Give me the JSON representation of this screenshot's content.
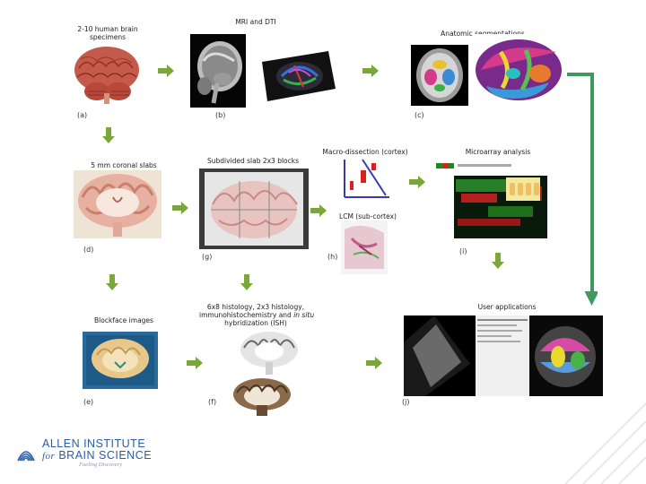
{
  "titles": {
    "specimens": "2-10 human brain\nspecimens",
    "mri_dti": "MRI and DTI",
    "anatomic": "Anatomic segmentations",
    "macro": "Macro-dissection (cortex)",
    "microarray": "Microarray analysis",
    "coronal": "5 mm coronal slabs",
    "subdivided": "Subdivided slab 2x3 blocks",
    "lcm": "LCM (sub-cortex)",
    "blockface": "Blockface images",
    "histology_1": "6x8 histology, 2x3 histology,",
    "histology_2": "immunohistochemistry and",
    "histology_2b": "in situ",
    "histology_3": "hybridization (ISH)",
    "user_apps": "User applications"
  },
  "panel_labels": [
    "(a)",
    "(b)",
    "(c)",
    "(d)",
    "(g)",
    "(h)",
    "(i)",
    "(e)",
    "(f)",
    "(j)"
  ],
  "logo": {
    "line1": "ALLEN INSTITUTE",
    "line2a": "for",
    "line2b": "BRAIN SCIENCE",
    "tagline": "Fueling Discovery"
  },
  "colors": {
    "arrow_green": "#7aa63a",
    "flow_line": "#3d9a5c",
    "logo_blue": "#2a5da8"
  }
}
